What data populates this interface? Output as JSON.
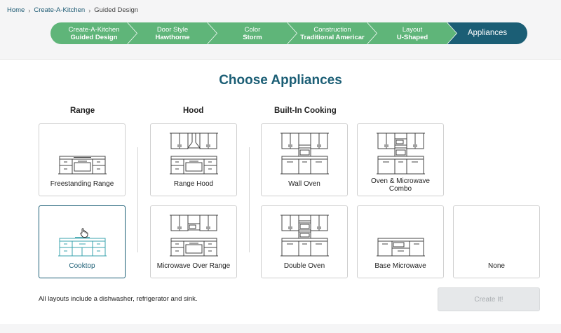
{
  "breadcrumb": {
    "home": "Home",
    "parent": "Create-A-Kitchen",
    "current": "Guided Design"
  },
  "stepper": [
    {
      "label": "Create-A-Kitchen",
      "value": "Guided Design",
      "state": "complete"
    },
    {
      "label": "Door Style",
      "value": "Hawthorne",
      "state": "complete"
    },
    {
      "label": "Color",
      "value": "Storm",
      "state": "complete"
    },
    {
      "label": "Construction",
      "value": "Traditional Americar",
      "state": "complete"
    },
    {
      "label": "Layout",
      "value": "U-Shaped",
      "state": "complete"
    },
    {
      "label": "Appliances",
      "value": "",
      "state": "active"
    }
  ],
  "colors": {
    "step_complete": "#5fb579",
    "step_active": "#1b5e75",
    "accent": "#1b5e75",
    "line_art": "#444444",
    "line_art_selected": "#3aa3ad"
  },
  "page_title": "Choose Appliances",
  "columns": {
    "range": "Range",
    "hood": "Hood",
    "builtin": "Built-In Cooking"
  },
  "options": {
    "freestanding_range": "Freestanding Range",
    "cooktop": "Cooktop",
    "range_hood": "Range Hood",
    "microwave_over_range": "Microwave Over Range",
    "wall_oven": "Wall Oven",
    "oven_microwave_combo_1": "Oven & Microwave",
    "oven_microwave_combo_2": "Combo",
    "double_oven": "Double Oven",
    "base_microwave": "Base Microwave",
    "none": "None"
  },
  "selected_option": "Cooktop",
  "note": "All layouts include a dishwasher, refrigerator and sink.",
  "create_button": "Create It!"
}
